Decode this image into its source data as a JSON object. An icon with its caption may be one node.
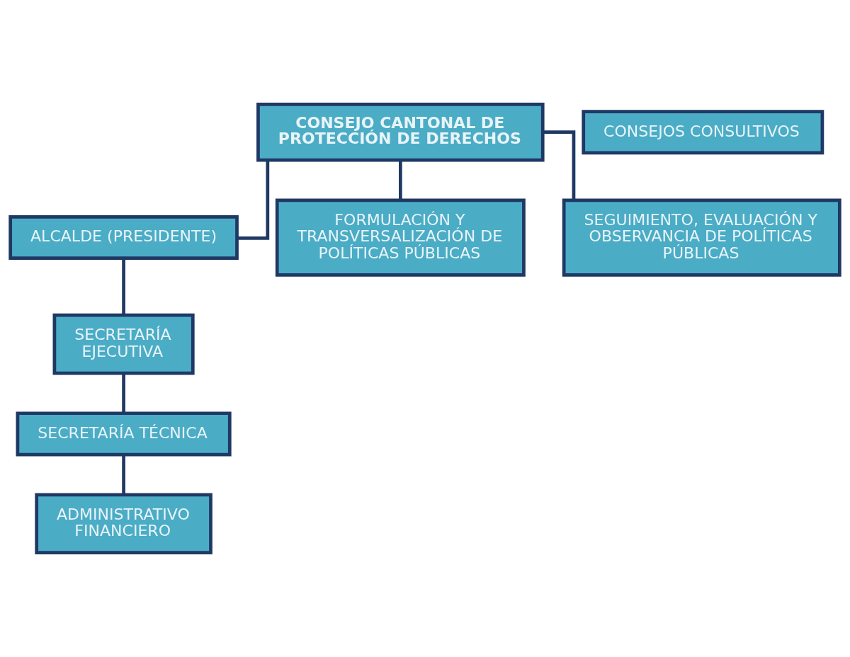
{
  "diagram": {
    "nodes": [
      {
        "text": [
          "CONSEJO CANTONAL DE PROTECCIÓN DE DERECHOS"
        ]
      },
      {
        "text": [
          "CONSEJOS CONSULTIVOS"
        ]
      },
      {
        "text": [
          "ALCALDE (PRESIDENTE)"
        ]
      },
      {
        "text": [
          "SECRETARÍA EJECUTIVA"
        ]
      },
      {
        "text": [
          "SECRETARÍA TÉCNICA"
        ]
      },
      {
        "text": [
          "ADMINISTRATIVO FINANCIERO"
        ]
      },
      {
        "text": [
          "FORMULACIÓN Y TRANSVERSALIZACIÓN DE POLÍTICAS PÚBLICAS"
        ]
      },
      {
        "text": [
          "SEGUIMIENTO, EVALUACIÓN Y OBSERVANCIA DE POLÍTICAS PÚBLICAS"
        ]
      }
    ],
    "edges": [
      {
        "from": 0,
        "to": 2,
        "arrow": "none"
      },
      {
        "from": 2,
        "to": 3,
        "arrow": "none"
      },
      {
        "from": 3,
        "to": 4,
        "arrow": "none"
      },
      {
        "from": 4,
        "to": 5,
        "arrow": "none"
      },
      {
        "from": 0,
        "to": 6,
        "arrow": "none"
      },
      {
        "from": 0,
        "to": 7,
        "arrow": "none"
      }
    ]
  }
}
